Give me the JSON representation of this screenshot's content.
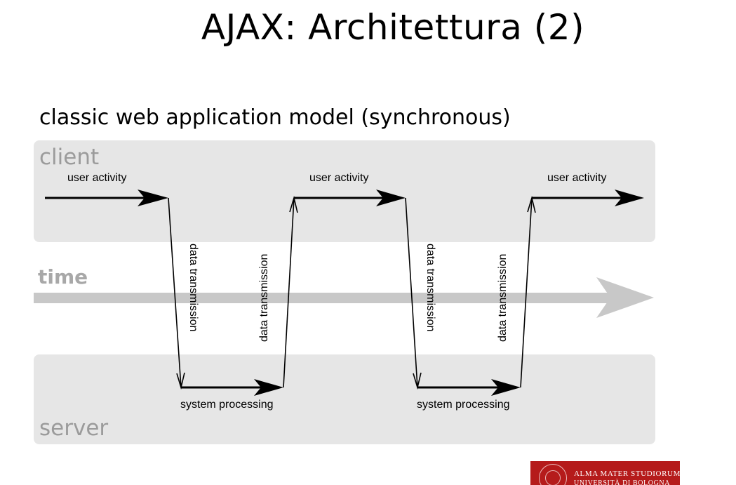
{
  "slide": {
    "title": "AJAX: Architettura (2)"
  },
  "diagram": {
    "heading": "classic web application model (synchronous)",
    "client_label": "client",
    "server_label": "server",
    "time_label": "time",
    "user_activity": [
      "user activity",
      "user activity",
      "user activity"
    ],
    "system_processing": [
      "system processing",
      "system processing"
    ],
    "data_transmission": [
      "data transmission",
      "data transmission",
      "data transmission",
      "data transmission"
    ]
  },
  "logo": {
    "line1": "ALMA MATER STUDIORUM",
    "line2": "UNIVERSITÀ DI BOLOGNA"
  },
  "colors": {
    "band": "#e6e6e6",
    "band_label": "#9b9b9b",
    "time_arrow": "#c8c8c8",
    "arrow": "#000000",
    "logo_bg": "#b51b1b"
  }
}
